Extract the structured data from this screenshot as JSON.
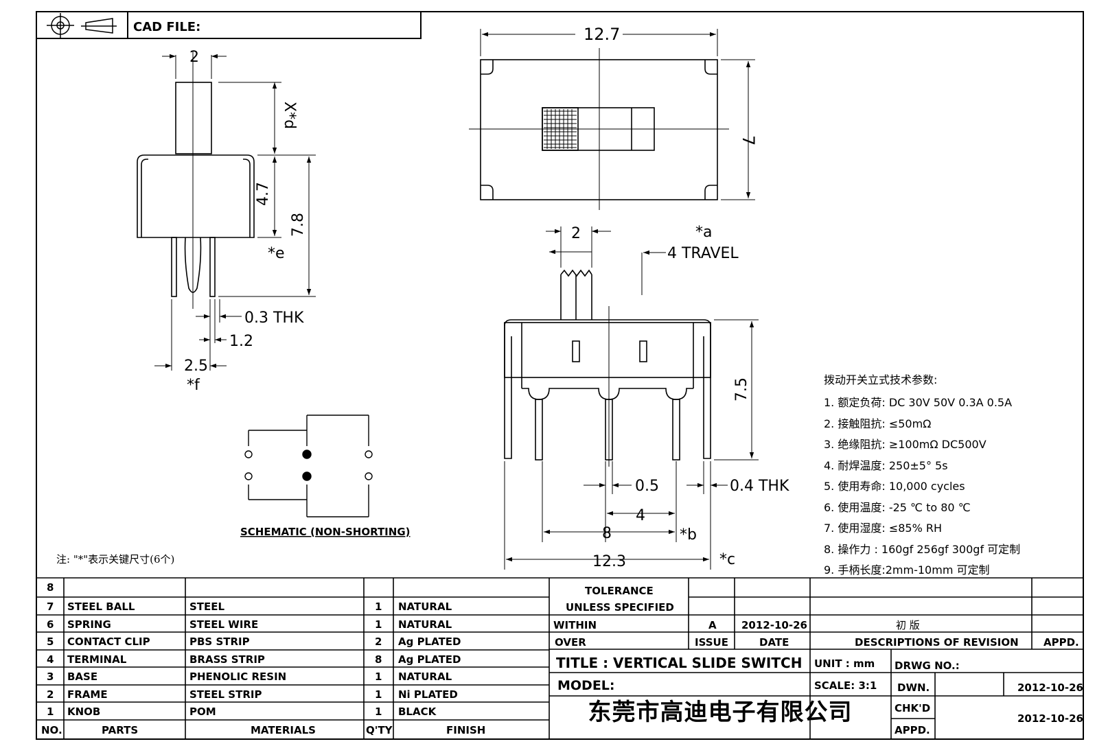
{
  "header": {
    "cad_file_label": "CAD FILE:"
  },
  "top_view": {
    "width": "12.7",
    "height": "7"
  },
  "side_view": {
    "pin_width": "2",
    "stem_height": "X*d",
    "body_height": "4.7",
    "total_height": "7.8",
    "mark_e": "*e",
    "thickness": "0.3 THK",
    "pin_gap": "1.2",
    "pin_pitch": "2.5",
    "mark_f": "*f"
  },
  "front_view": {
    "knob_width": "2",
    "mark_a": "*a",
    "travel": "4 TRAVEL",
    "height": "7.5",
    "pitch_small": "0.5",
    "thickness": "0.4 THK",
    "pitch_4": "4",
    "pitch_8": "8",
    "mark_b": "*b",
    "width": "12.3",
    "mark_c": "*c"
  },
  "schematic": {
    "caption": "SCHEMATIC (NON-SHORTING)"
  },
  "note": "注: \"*\"表示关键尺寸(6个)",
  "specs": {
    "title": "拨动开关立式技术参数:",
    "items": [
      "1.  额定负荷: DC 30V    50V    0.3A    0.5A",
      "2.  接触阻抗:  ≤50mΩ",
      "3.  绝缘阻抗:  ≥100mΩ   DC500V",
      "4.  耐焊温度: 250±5°  5s",
      "5.  使用寿命: 10,000 cycles",
      "6.  使用温度: -25  ℃   to 80  ℃",
      "7.  使用湿度:  ≤85% RH",
      "8.  操作力 : 160gf    256gf    300gf  可定制",
      "9.  手柄长度:2mm-10mm   可定制"
    ]
  },
  "bom": {
    "rows": [
      {
        "no": "8",
        "part": "",
        "material": "",
        "qty": "",
        "finish": ""
      },
      {
        "no": "7",
        "part": "STEEL BALL",
        "material": "STEEL",
        "qty": "1",
        "finish": "NATURAL"
      },
      {
        "no": "6",
        "part": "SPRING",
        "material": "STEEL WIRE",
        "qty": "1",
        "finish": "NATURAL"
      },
      {
        "no": "5",
        "part": "CONTACT CLIP",
        "material": "PBS STRIP",
        "qty": "2",
        "finish": "Ag PLATED"
      },
      {
        "no": "4",
        "part": "TERMINAL",
        "material": "BRASS STRIP",
        "qty": "8",
        "finish": "Ag PLATED"
      },
      {
        "no": "3",
        "part": "BASE",
        "material": "PHENOLIC RESIN",
        "qty": "1",
        "finish": "NATURAL"
      },
      {
        "no": "2",
        "part": "FRAME",
        "material": "STEEL STRIP",
        "qty": "1",
        "finish": "Ni PLATED"
      },
      {
        "no": "1",
        "part": "KNOB",
        "material": "POM",
        "qty": "1",
        "finish": "BLACK"
      }
    ],
    "footer": {
      "no": "NO.",
      "part": "PARTS",
      "material": "MATERIALS",
      "qty": "Q'TY",
      "finish": "FINISH"
    }
  },
  "title_block": {
    "tolerance": "TOLERANCE",
    "unless": "UNLESS   SPECIFIED",
    "within": "WITHIN",
    "over": "OVER",
    "rev_issue": "A",
    "rev_date": "2012-10-26",
    "rev_desc": "初  版",
    "issue_h": "ISSUE",
    "date_h": "DATE",
    "desc_h": "DESCRIPTIONS  OF  REVISION",
    "appd_h": "APPD.",
    "title": "TITLE :   VERTICAL  SLIDE  SWITCH",
    "unit": "UNIT :   mm",
    "drwg_no": "DRWG NO.:",
    "model": "MODEL:",
    "scale": "SCALE:   3:1",
    "dwn": "DWN.",
    "dwn_date": "2012-10-26",
    "chkd": "CHK'D",
    "appd": "APPD.",
    "chk_date": "2012-10-26",
    "company": "东莞市高迪电子有限公司"
  }
}
